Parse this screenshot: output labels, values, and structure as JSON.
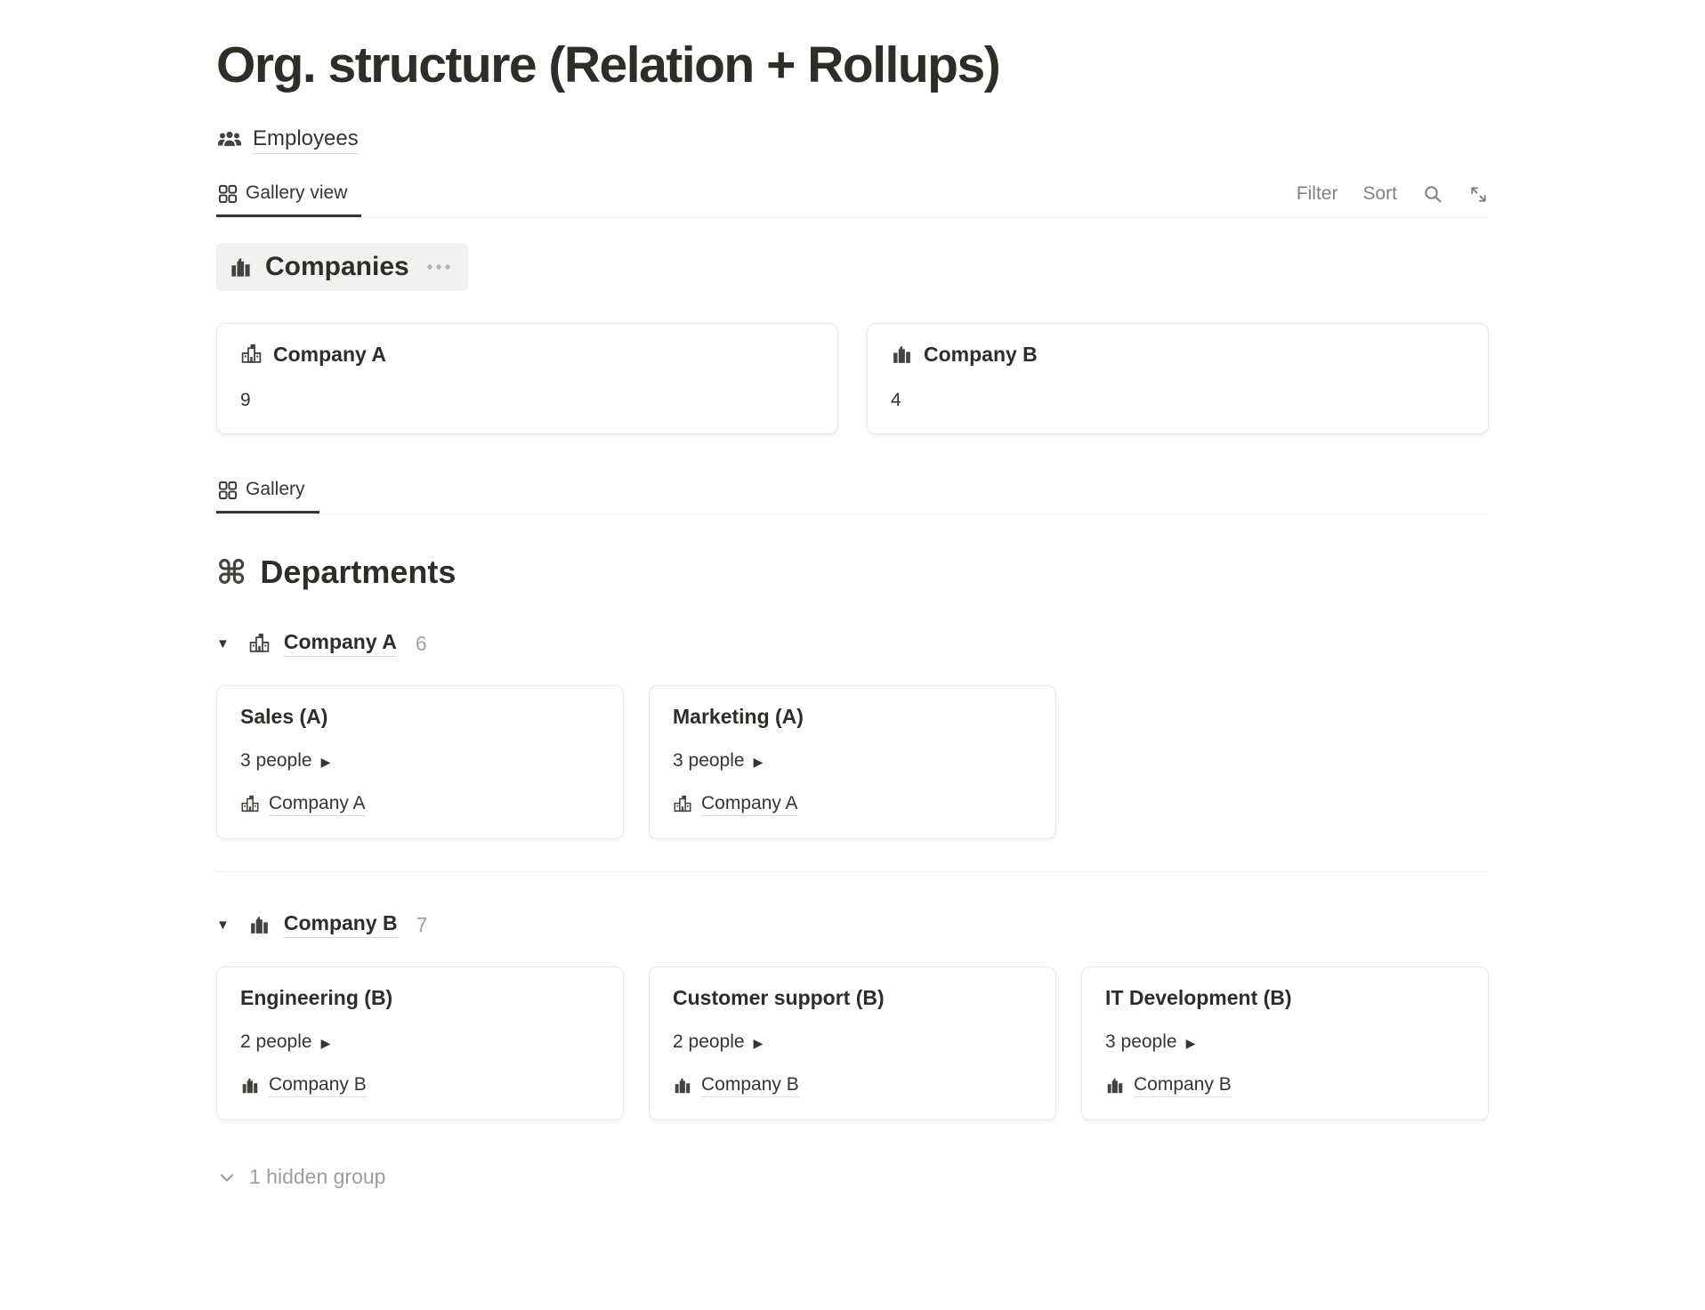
{
  "page": {
    "title": "Org. structure (Relation + Rollups)"
  },
  "database": {
    "name": "Employees"
  },
  "toolbar": {
    "tab": "Gallery view",
    "filter": "Filter",
    "sort": "Sort"
  },
  "companies": {
    "title": "Companies",
    "cards": [
      {
        "name": "Company A",
        "icon": "school-building",
        "rollup": "9"
      },
      {
        "name": "Company B",
        "icon": "city-buildings",
        "rollup": "4"
      }
    ]
  },
  "departments": {
    "tab": "Gallery",
    "title": "Departments",
    "groups": [
      {
        "name": "Company A",
        "icon": "school-building",
        "count": "6",
        "cards": [
          {
            "title": "Sales (A)",
            "people": "3 people",
            "company": "Company A"
          },
          {
            "title": "Marketing (A)",
            "people": "3 people",
            "company": "Company A"
          }
        ]
      },
      {
        "name": "Company B",
        "icon": "city-buildings",
        "count": "7",
        "cards": [
          {
            "title": "Engineering (B)",
            "people": "2 people",
            "company": "Company B"
          },
          {
            "title": "Customer support (B)",
            "people": "2 people",
            "company": "Company B"
          },
          {
            "title": "IT Development (B)",
            "people": "3 people",
            "company": "Company B"
          }
        ]
      }
    ],
    "hidden": "1 hidden group"
  },
  "colors": {
    "text": "#37352f",
    "muted": "#82817d",
    "faint": "#9e9d99",
    "border": "#ededeb",
    "card_border": "#e8e8e6",
    "pill_bg": "#f1f1ef",
    "tab_underline": "#37352f"
  }
}
